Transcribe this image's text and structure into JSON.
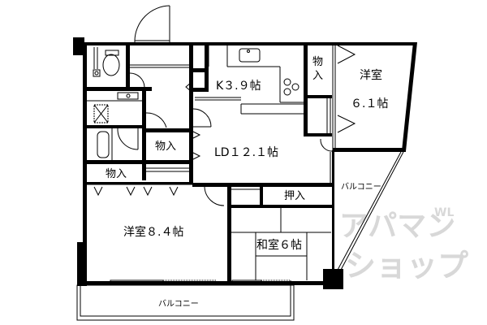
{
  "floor_plan": {
    "rooms": [
      {
        "id": "kitchen",
        "label": "K３.９帖",
        "name": "K",
        "size_jo": 3.9
      },
      {
        "id": "ld",
        "label": "LD１２.１帖",
        "name": "LD",
        "size_jo": 12.1
      },
      {
        "id": "western_room_1_name",
        "label": "洋室",
        "name": "洋室",
        "size_jo": 6.1
      },
      {
        "id": "western_room_1_size",
        "label": "６.１帖"
      },
      {
        "id": "western_room_2",
        "label": "洋室８.４帖",
        "name": "洋室",
        "size_jo": 8.4
      },
      {
        "id": "japanese_room",
        "label": "和室６帖",
        "name": "和室",
        "size_jo": 6
      }
    ],
    "storage": {
      "kitchen_storage_line1": "物",
      "kitchen_storage_line2": "入",
      "hall_storage": "物入",
      "bath_storage": "物入",
      "closet": "押入"
    },
    "balconies": {
      "south": "バルコニー",
      "east": "バルコニー"
    },
    "watermark": {
      "line1": "アパマン",
      "line2": "ショップ",
      "suffix": "WL",
      "color": "#d8d8d8"
    },
    "colors": {
      "wall": "#000000",
      "background": "#ffffff"
    }
  }
}
